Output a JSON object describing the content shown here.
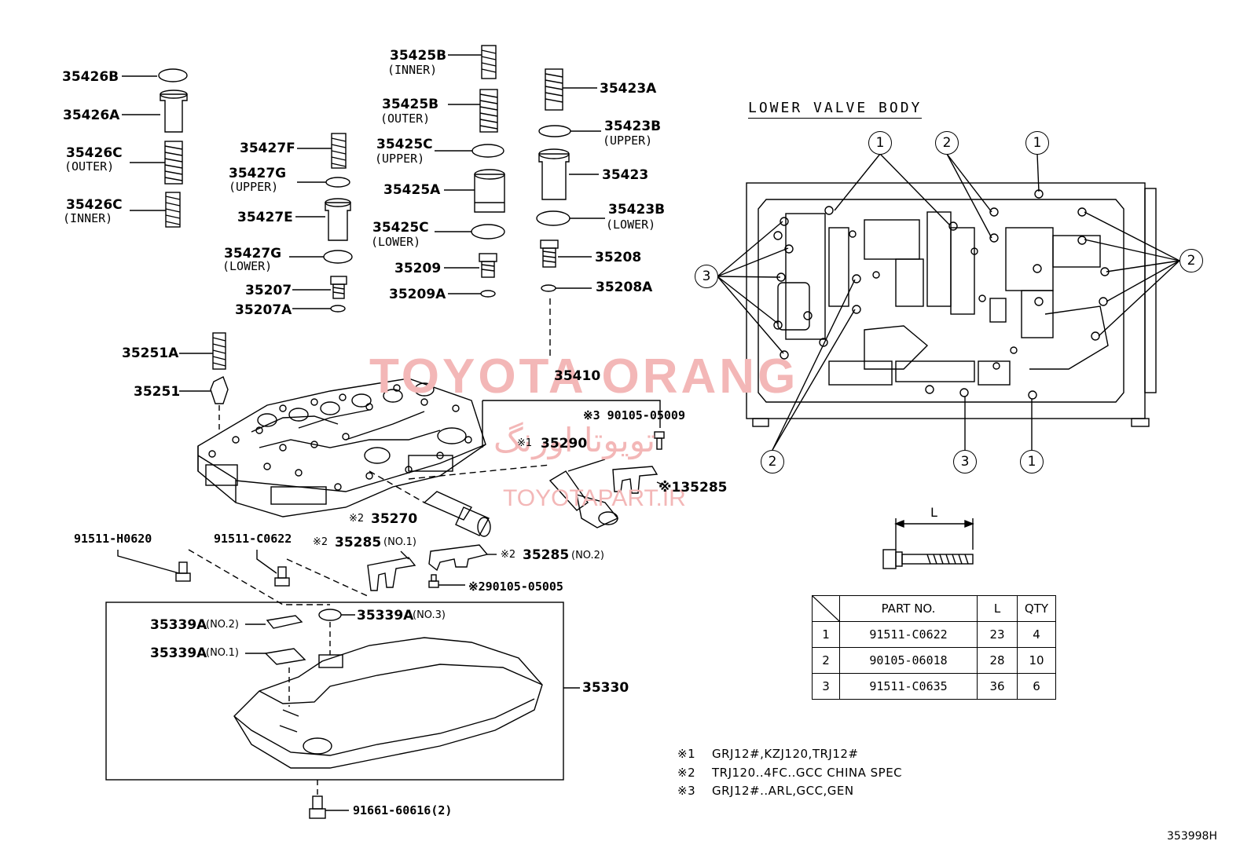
{
  "diagram_id": "353998H",
  "section_title": "LOWER VALVE BODY",
  "labels": {
    "p35426B": "35426B",
    "p35426A": "35426A",
    "p35426C_outer": "35426C",
    "p35426C_outer_sub": "(OUTER)",
    "p35426C_inner": "35426C",
    "p35426C_inner_sub": "(INNER)",
    "p35427F": "35427F",
    "p35427G_upper": "35427G",
    "p35427G_upper_sub": "(UPPER)",
    "p35427E": "35427E",
    "p35427G_lower": "35427G",
    "p35427G_lower_sub": "(LOWER)",
    "p35207": "35207",
    "p35207A": "35207A",
    "p35425B_inner": "35425B",
    "p35425B_inner_sub": "(INNER)",
    "p35425B_outer": "35425B",
    "p35425B_outer_sub": "(OUTER)",
    "p35425C_upper": "35425C",
    "p35425C_upper_sub": "(UPPER)",
    "p35425A": "35425A",
    "p35425C_lower": "35425C",
    "p35425C_lower_sub": "(LOWER)",
    "p35209": "35209",
    "p35209A": "35209A",
    "p35423A": "35423A",
    "p35423B_upper": "35423B",
    "p35423B_upper_sub": "(UPPER)",
    "p35423": "35423",
    "p35423B_lower": "35423B",
    "p35423B_lower_sub": "(LOWER)",
    "p35208": "35208",
    "p35208A": "35208A",
    "p35251A": "35251A",
    "p35251": "35251",
    "p35410": "35410",
    "p90105_05009": "※3 90105-05009",
    "p35290_mark": "※1",
    "p35290": "35290",
    "p35285_1": "※135285",
    "p35270_mark": "※2",
    "p35270": "35270",
    "p91511_H0620": "91511-H0620",
    "p91511_C0622": "91511-C0622",
    "p35285_no1_mark": "※2",
    "p35285_no1": "35285",
    "p35285_no1_sub": "(NO.1)",
    "p35285_no2_mark": "※2",
    "p35285_no2": "35285",
    "p35285_no2_sub": "(NO.2)",
    "p90105_05005": "※290105-05005",
    "p35339A_no2": "35339A",
    "p35339A_no2_sub": "(NO.2)",
    "p35339A_no3": "35339A",
    "p35339A_no3_sub": "(NO.3)",
    "p35339A_no1": "35339A",
    "p35339A_no1_sub": "(NO.1)",
    "p35330": "35330",
    "p91661_60616": "91661-60616(2)"
  },
  "callouts": {
    "c_top_1a": "1",
    "c_top_2": "2",
    "c_top_1b": "1",
    "c_left_3": "3",
    "c_right_2": "2",
    "c_bot_2": "2",
    "c_bot_3": "3",
    "c_bot_1": "1"
  },
  "bolt_dimension_label": "L",
  "bolt_table": {
    "headers": [
      "PART NO.",
      "L",
      "QTY"
    ],
    "rows": [
      {
        "key": "1",
        "part_no": "91511-C0622",
        "length": "23",
        "qty": "4"
      },
      {
        "key": "2",
        "part_no": "90105-06018",
        "length": "28",
        "qty": "10"
      },
      {
        "key": "3",
        "part_no": "91511-C0635",
        "length": "36",
        "qty": "6"
      }
    ]
  },
  "notes": [
    {
      "mark": "※1",
      "text": "GRJ12#,KZJ120,TRJ12#"
    },
    {
      "mark": "※2",
      "text": "TRJ120..4FC..GCC CHINA SPEC"
    },
    {
      "mark": "※3",
      "text": "GRJ12#..ARL,GCC,GEN"
    }
  ],
  "watermark": {
    "main": "TOYOTA ORANG",
    "persian": "تویوتا اورنگ",
    "url": "TOYOTAPART.IR",
    "color": "#f3b7b7"
  }
}
